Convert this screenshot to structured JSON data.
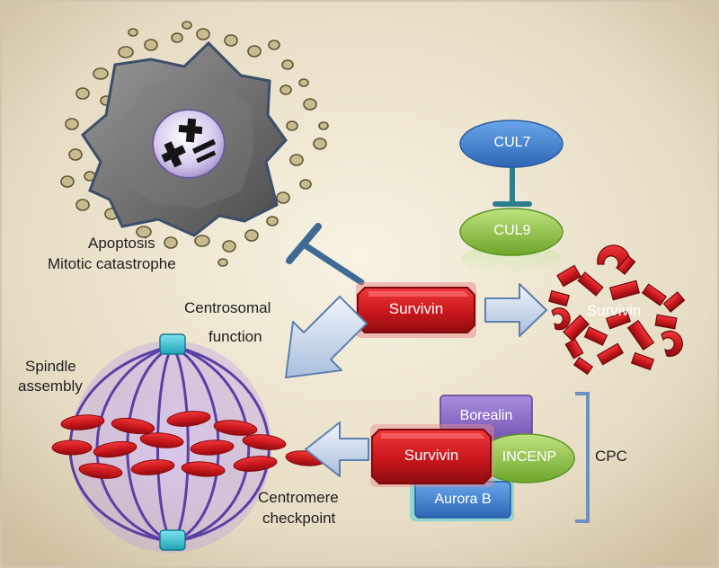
{
  "labels": {
    "apoptosis": "Apoptosis",
    "mitotic_catastrophe": "Mitotic catastrophe",
    "centrosomal": "Centrosomal",
    "function": "function",
    "spindle": "Spindle",
    "assembly": "assembly",
    "centromere": "Centromere",
    "checkpoint": "checkpoint",
    "cpc": "CPC"
  },
  "proteins": {
    "cul7": "CUL7",
    "cul9": "CUL9",
    "survivin_center": "Survivin",
    "survivin_degraded": "Survivin",
    "survivin_cpc": "Survivin",
    "borealin": "Borealin",
    "incenp": "INCENP",
    "aurora_b": "Aurora B"
  },
  "colors": {
    "survivin_red": "#c8171b",
    "cul7_blue": "#3d7fd0",
    "cul9_green": "#8cc63f",
    "borealin_purple": "#8a6bc1",
    "incenp_green": "#7dbb2f",
    "aurora_blue": "#3a7cc7",
    "inhibitor_blue": "#3f6a96",
    "cell_gray": "#6d6d6d",
    "spindle_purple": "#6a4fb3"
  }
}
